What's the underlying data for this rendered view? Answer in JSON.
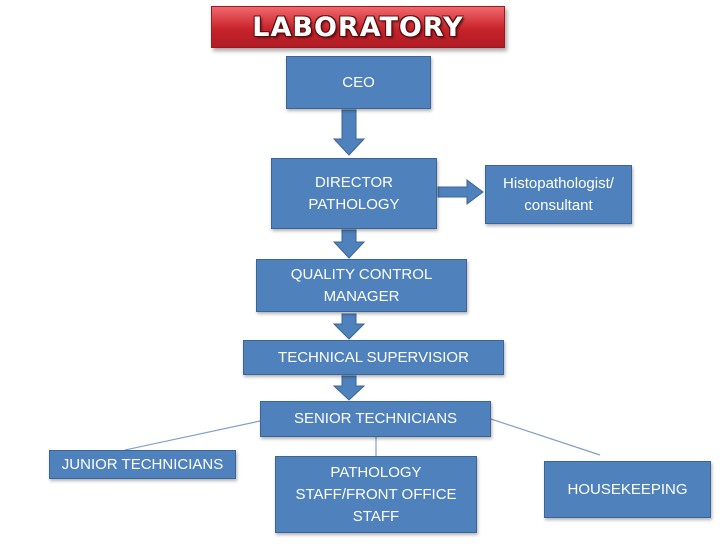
{
  "title": "LABORATORY",
  "colors": {
    "node_fill": "#4f81bd",
    "arrow_fill": "#4f81bd",
    "title_fill": "#c8232b"
  },
  "nodes": {
    "ceo": "CEO",
    "director": "DIRECTOR\nPATHOLOGY",
    "histopathologist": "Histopathologist/\nconsultant",
    "qc_manager": "QUALITY  CONTROL\nMANAGER",
    "tech_supervisor": "TECHNICAL SUPERVISIOR",
    "senior_techs": "SENIOR   TECHNICIANS",
    "junior_techs": "JUNIOR TECHNICIANS",
    "pathology_staff": "PATHOLOGY\nSTAFF/FRONT OFFICE\nSTAFF",
    "housekeeping": "HOUSEKEEPING"
  },
  "edges": [
    {
      "from": "ceo",
      "to": "director",
      "style": "block-arrow"
    },
    {
      "from": "director",
      "to": "histopathologist",
      "style": "block-arrow"
    },
    {
      "from": "director",
      "to": "qc_manager",
      "style": "block-arrow"
    },
    {
      "from": "qc_manager",
      "to": "tech_supervisor",
      "style": "block-arrow"
    },
    {
      "from": "tech_supervisor",
      "to": "senior_techs",
      "style": "block-arrow"
    },
    {
      "from": "senior_techs",
      "to": "junior_techs",
      "style": "line"
    },
    {
      "from": "senior_techs",
      "to": "pathology_staff",
      "style": "line"
    },
    {
      "from": "senior_techs",
      "to": "housekeeping",
      "style": "line"
    }
  ]
}
